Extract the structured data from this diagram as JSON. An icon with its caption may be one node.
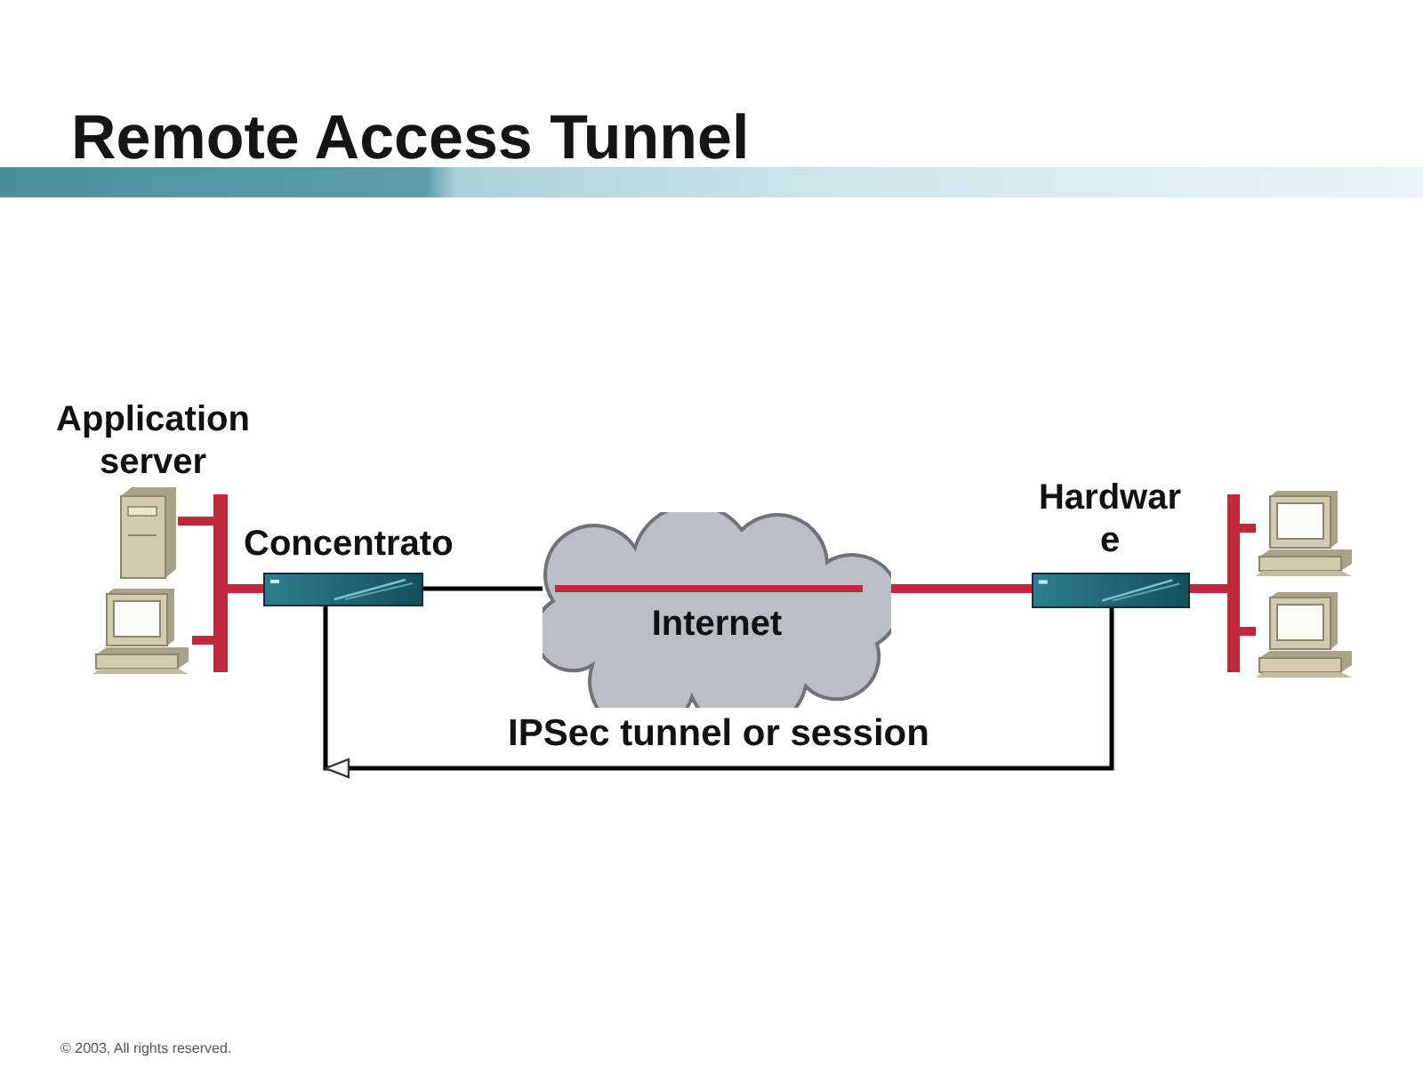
{
  "diagram": {
    "title": "Remote Access Tunnel",
    "nodes": [
      {
        "text": [],
        "shape": "picture",
        "beside": [
          "Application server"
        ]
      },
      {
        "text": [],
        "shape": "picture"
      },
      {
        "text": [],
        "shape": "bar"
      },
      {
        "text": [],
        "shape": "picture",
        "beside": [
          "Concentrato"
        ]
      },
      {
        "text": [
          "Internet"
        ]
      },
      {
        "text": [],
        "shape": "picture",
        "beside": [
          "Hardwar e"
        ]
      },
      {
        "text": [],
        "shape": "bar"
      },
      {
        "text": [],
        "shape": "picture"
      },
      {
        "text": [],
        "shape": "picture"
      }
    ],
    "edges": [
      {
        "from": 0,
        "to": 2,
        "arrow": "none"
      },
      {
        "from": 1,
        "to": 2,
        "arrow": "none"
      },
      {
        "from": 2,
        "to": 3,
        "arrow": "none"
      },
      {
        "from": 3,
        "to": 4,
        "arrow": "none",
        "color": "#000000"
      },
      {
        "from": 4,
        "to": 5,
        "arrow": "none"
      },
      {
        "from": 5,
        "to": 6,
        "arrow": "none"
      },
      {
        "from": 6,
        "to": 7,
        "arrow": "none"
      },
      {
        "from": 6,
        "to": 8,
        "arrow": "none"
      },
      {
        "from": 5,
        "to": 3,
        "arrow": "to",
        "label": "IPSec tunnel or session",
        "color": "#000000"
      }
    ],
    "labels": [
      "© 2003, All rights reserved."
    ]
  }
}
